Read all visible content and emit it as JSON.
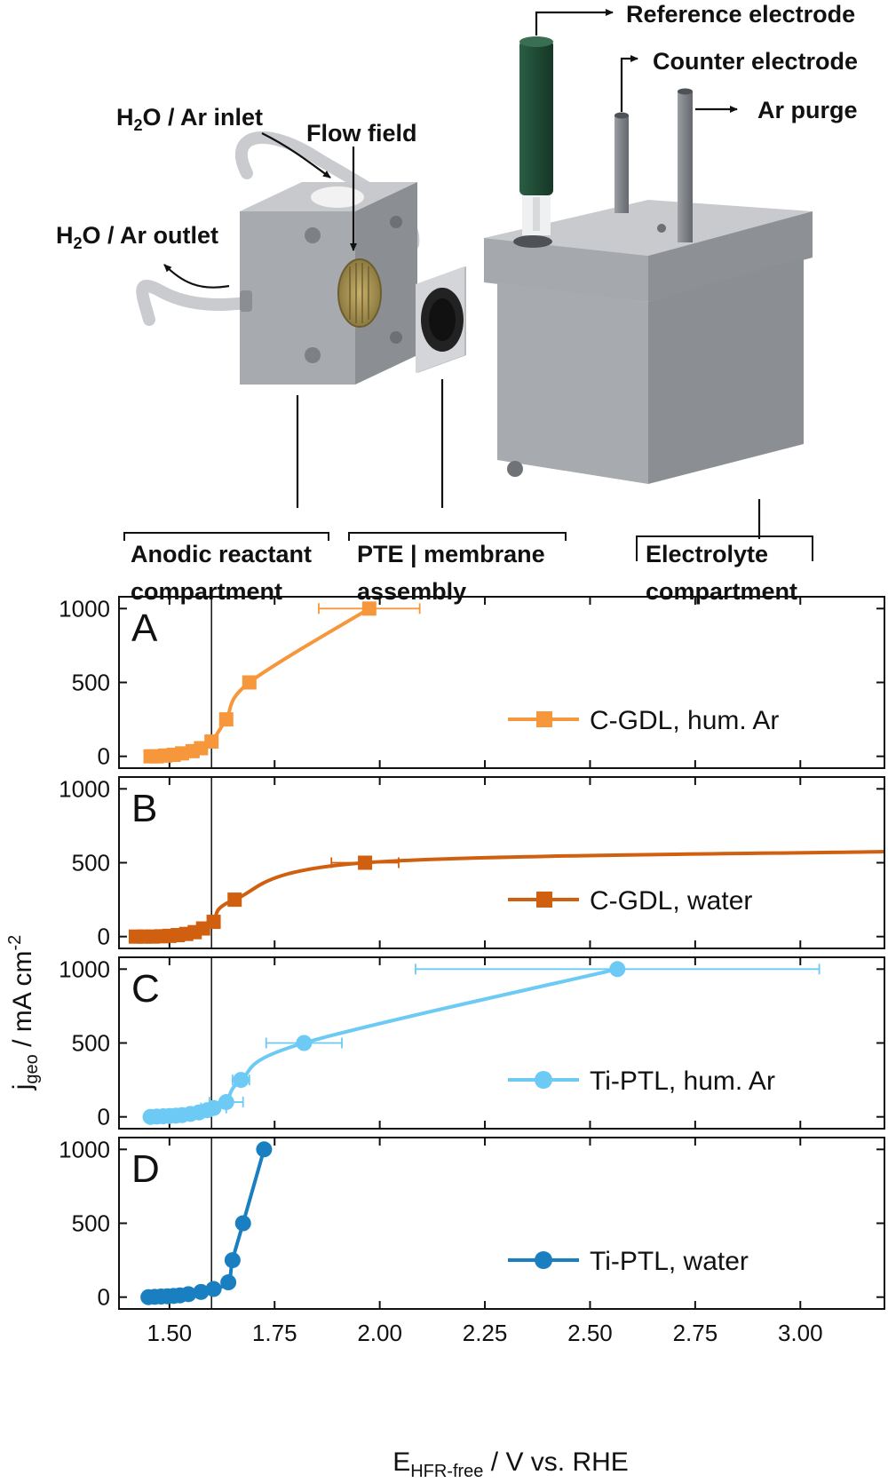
{
  "figure": {
    "labels": {
      "reference_electrode": "Reference electrode",
      "counter_electrode": "Counter electrode",
      "ar_purge": "Ar purge",
      "inlet_main": "H",
      "inlet_sub": "2",
      "inlet_rest": "O / Ar inlet",
      "outlet_main": "H",
      "outlet_sub": "2",
      "outlet_rest": "O / Ar outlet",
      "flow_field": "Flow field",
      "anodic_line1": "Anodic reactant",
      "anodic_line2": "compartment",
      "pte_line1": "PTE | membrane",
      "pte_line2": "assembly",
      "electrolyte_line1": "Electrolyte",
      "electrolyte_line2": "compartment"
    },
    "colors": {
      "rod_green": "#1f4a34",
      "block_gray": "#a7aaae",
      "flow_field_gold": "#b8a060"
    }
  },
  "chart_data": {
    "type": "line",
    "shared_x": {
      "label_main": "E",
      "label_sub": "HFR-free",
      "label_rest": " / V vs. RHE",
      "range": [
        1.38,
        3.2
      ],
      "ticks": [
        "1.50",
        "1.75",
        "2.00",
        "2.25",
        "2.50",
        "2.75",
        "3.00"
      ],
      "tick_values": [
        1.5,
        1.75,
        2.0,
        2.25,
        2.5,
        2.75,
        3.0
      ]
    },
    "shared_y": {
      "label_main": "j",
      "label_sub": "geo",
      "label_rest": " / mA cm",
      "label_sup": "-2",
      "range": [
        -80,
        1080
      ],
      "ticks": [
        "0",
        "500",
        "1000"
      ],
      "tick_values": [
        0,
        500,
        1000
      ]
    },
    "reference_line_x": 1.6,
    "panels": [
      {
        "letter": "A",
        "legend": "C-GDL, hum. Ar",
        "color": "#f7973c",
        "marker": "square",
        "points": [
          [
            1.455,
            0
          ],
          [
            1.47,
            0
          ],
          [
            1.49,
            5
          ],
          [
            1.51,
            10
          ],
          [
            1.53,
            20
          ],
          [
            1.555,
            35
          ],
          [
            1.575,
            55
          ],
          [
            1.6,
            100
          ],
          [
            1.635,
            250
          ],
          [
            1.69,
            500
          ],
          [
            1.975,
            1000
          ]
        ],
        "x_error": [
          [
            1.975,
            1000,
            0.12
          ]
        ]
      },
      {
        "letter": "B",
        "legend": "C-GDL, water",
        "color": "#d05f10",
        "marker": "square",
        "points": [
          [
            1.42,
            0
          ],
          [
            1.44,
            0
          ],
          [
            1.46,
            0
          ],
          [
            1.48,
            2
          ],
          [
            1.5,
            5
          ],
          [
            1.52,
            10
          ],
          [
            1.54,
            18
          ],
          [
            1.56,
            30
          ],
          [
            1.58,
            55
          ],
          [
            1.605,
            100
          ],
          [
            1.655,
            250
          ],
          [
            1.965,
            500
          ],
          [
            3.2,
            575
          ]
        ],
        "marker_count": 12,
        "x_error": [
          [
            1.965,
            500,
            0.08
          ]
        ]
      },
      {
        "letter": "C",
        "legend": "Ti-PTL, hum. Ar",
        "color": "#6ccaf5",
        "marker": "circle",
        "points": [
          [
            1.455,
            0
          ],
          [
            1.47,
            2
          ],
          [
            1.485,
            4
          ],
          [
            1.5,
            6
          ],
          [
            1.515,
            8
          ],
          [
            1.53,
            12
          ],
          [
            1.55,
            20
          ],
          [
            1.57,
            30
          ],
          [
            1.59,
            45
          ],
          [
            1.605,
            60
          ],
          [
            1.635,
            100
          ],
          [
            1.67,
            250
          ],
          [
            1.82,
            500
          ],
          [
            2.565,
            1000
          ]
        ],
        "x_error": [
          [
            1.605,
            60,
            0.03
          ],
          [
            1.635,
            100,
            0.04
          ],
          [
            1.67,
            250,
            0.02
          ],
          [
            1.82,
            500,
            0.09
          ],
          [
            2.565,
            1000,
            0.48
          ]
        ]
      },
      {
        "letter": "D",
        "legend": "Ti-PTL, water",
        "color": "#1a7fc0",
        "marker": "circle",
        "points": [
          [
            1.45,
            0
          ],
          [
            1.465,
            2
          ],
          [
            1.48,
            4
          ],
          [
            1.495,
            6
          ],
          [
            1.51,
            8
          ],
          [
            1.525,
            12
          ],
          [
            1.545,
            20
          ],
          [
            1.575,
            35
          ],
          [
            1.605,
            55
          ],
          [
            1.64,
            100
          ],
          [
            1.65,
            250
          ],
          [
            1.675,
            500
          ],
          [
            1.725,
            1000
          ]
        ],
        "x_error": []
      }
    ]
  }
}
